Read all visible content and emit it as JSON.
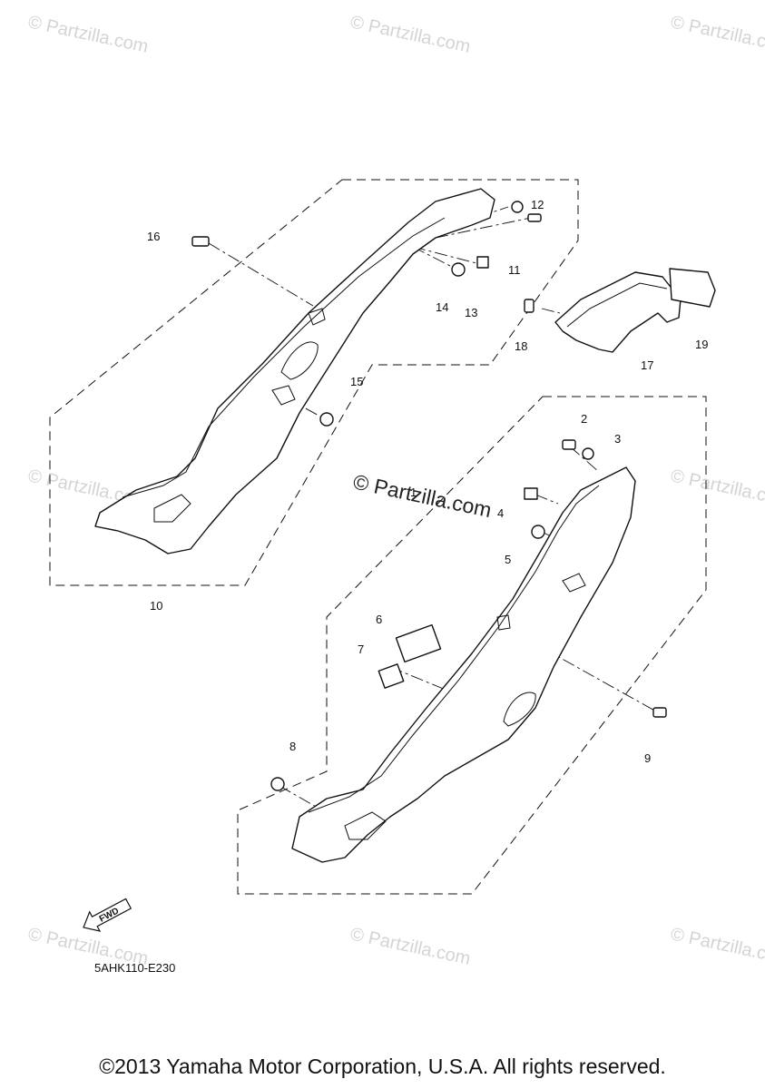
{
  "watermark": {
    "text": "© Partzilla.com",
    "center_text": "© Partzilla.com"
  },
  "callouts": [
    "1",
    "2",
    "3",
    "4",
    "5",
    "6",
    "7",
    "8",
    "9",
    "10",
    "11",
    "12",
    "13",
    "14",
    "15",
    "16",
    "17",
    "18",
    "19"
  ],
  "fwd_label": "FWD",
  "reference_code": "5AHK110-E230",
  "copyright": "©2013 Yamaha Motor Corporation, U.S.A. All rights reserved."
}
